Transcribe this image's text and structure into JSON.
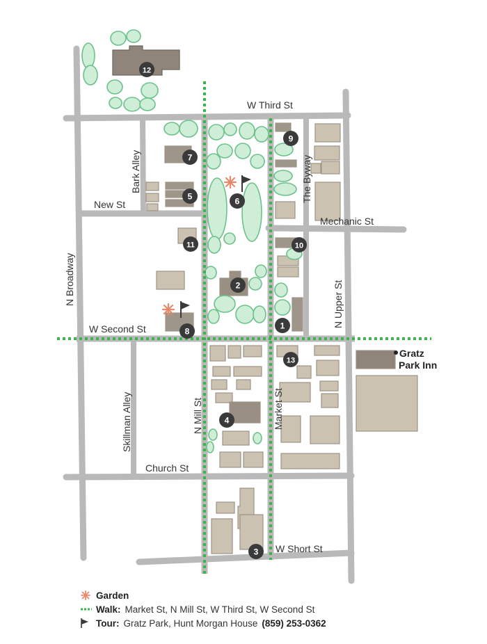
{
  "streets": {
    "w_third": "W Third St",
    "w_second": "W Second St",
    "church": "Church St",
    "w_short": "W Short St",
    "new": "New St",
    "mechanic": "Mechanic St",
    "n_broadway": "N Broadway",
    "bark_alley": "Bark Alley",
    "skillman_alley": "Skillman Alley",
    "n_mill": "N Mill St",
    "market": "Market St",
    "the_byway": "The Byway",
    "n_upper": "N Upper St"
  },
  "hotel": {
    "line1": "Gratz",
    "line2": "Park Inn"
  },
  "markers": [
    "1",
    "2",
    "3",
    "4",
    "5",
    "6",
    "7",
    "8",
    "9",
    "10",
    "11",
    "12",
    "13"
  ],
  "legend": {
    "garden": {
      "title": "Garden"
    },
    "walk": {
      "title": "Walk:",
      "text": "Market St, N Mill St, W Third St, W Second St"
    },
    "tour": {
      "title": "Tour:",
      "text": "Gratz Park, Hunt Morgan House",
      "phone": "(859) 253-0362"
    }
  },
  "colors": {
    "street": "#b9b9b9",
    "building": "#cbc2b1",
    "building_dark": "#8a7f72",
    "tree": "#cfeed8",
    "tree_stroke": "#6cc08a",
    "walk": "#39b54a",
    "marker": "#3a3a3a",
    "garden": "#e8896b"
  },
  "icons": {
    "garden": "asterisk-flower-icon",
    "tour": "flag-icon",
    "hotel": "dot-icon"
  }
}
